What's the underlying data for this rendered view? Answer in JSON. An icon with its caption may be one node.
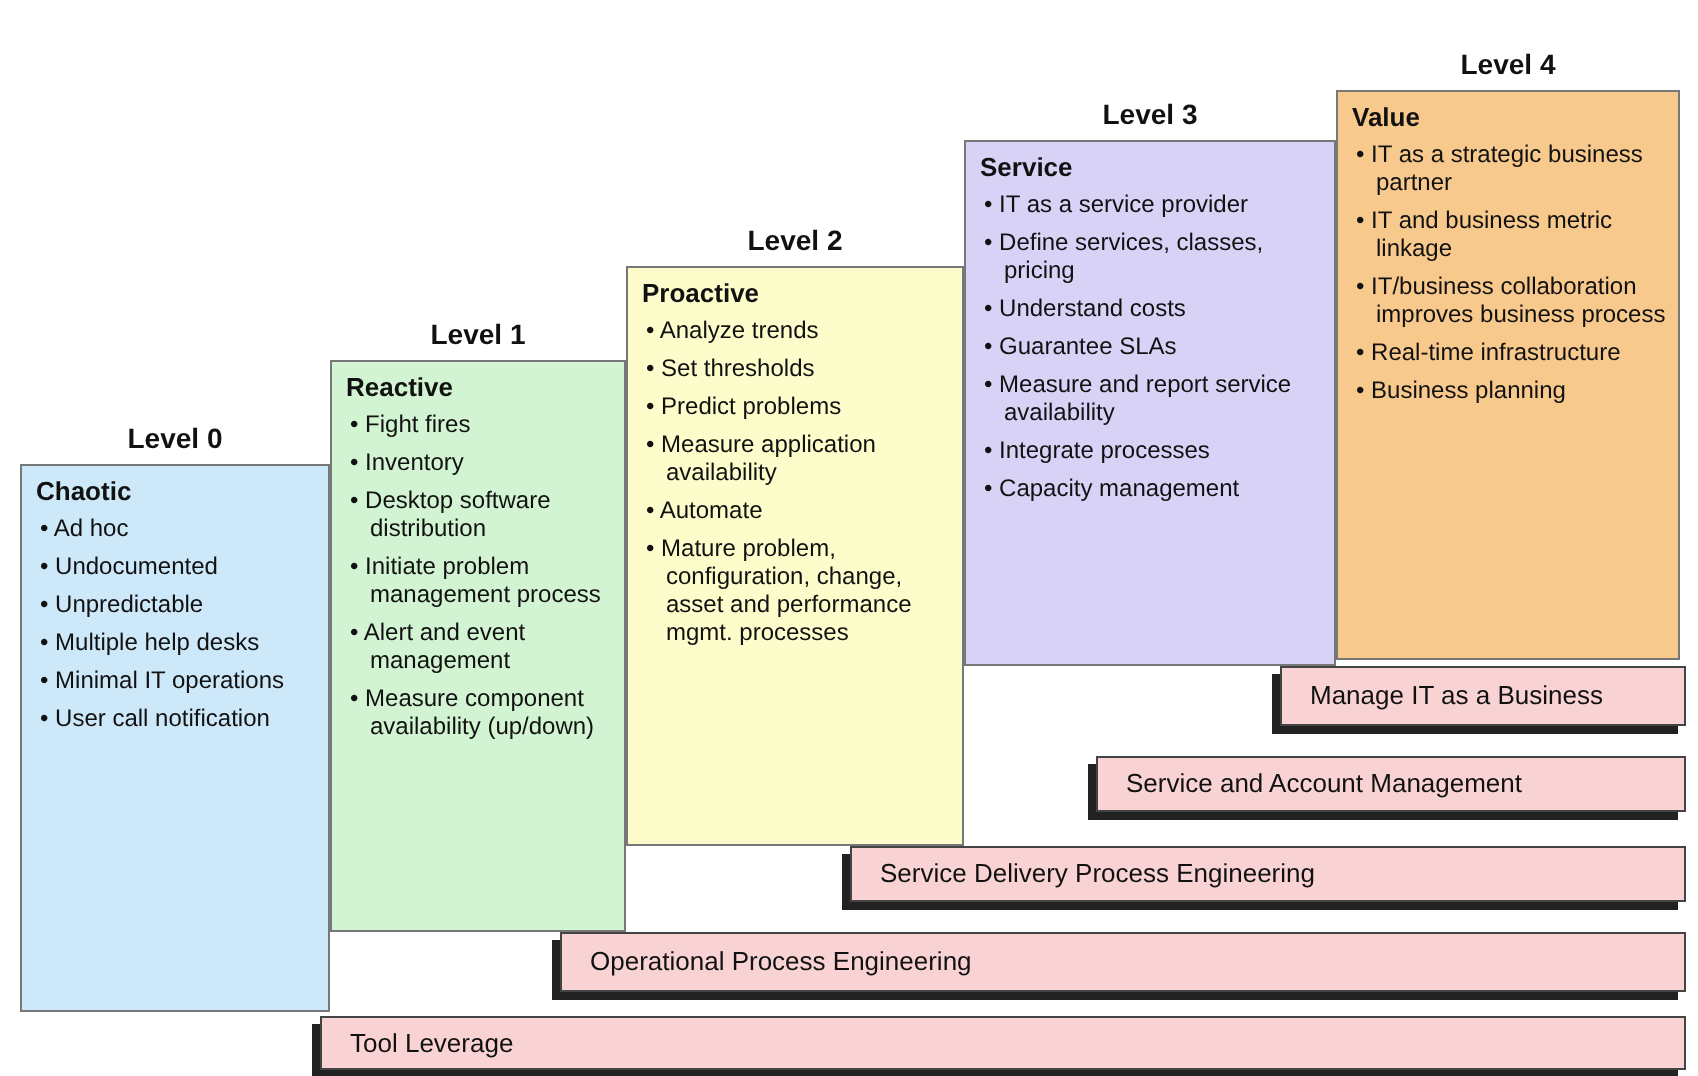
{
  "diagram": {
    "nodes": [
      {
        "text": [
          "Level 0",
          "Chaotic",
          "• Ad hoc",
          "• Undocumented",
          "• Unpredictable",
          "• Multiple help desks",
          "• Minimal IT operations",
          "• User call notification"
        ]
      },
      {
        "text": [
          "Level 1",
          "Reactive",
          "• Fight fires",
          "• Inventory",
          "• Desktop software distribution",
          "• Initiate problem management process",
          "• Alert and event management",
          "• Measure component availability (up/down)"
        ]
      },
      {
        "text": [
          "Level 2",
          "Proactive",
          "• Analyze trends",
          "• Set thresholds",
          "• Predict problems",
          "• Measure application availability",
          "• Automate",
          "• Mature problem, configuration, change, asset and performance mgmt. processes"
        ]
      },
      {
        "text": [
          "Level 3",
          "Service",
          "• IT as a service provider",
          "• Define services, classes, pricing",
          "• Understand costs",
          "• Guarantee SLAs",
          "• Measure and report service availability",
          "• Integrate processes",
          "• Capacity management"
        ]
      },
      {
        "text": [
          "Level 4",
          "Value",
          "• IT as a strategic business partner",
          "• IT and business metric linkage",
          "• IT/business collaboration improves business process",
          "• Real-time infrastructure",
          "• Business planning"
        ]
      },
      {
        "text": [
          "Manage IT as a Business"
        ]
      },
      {
        "text": [
          "Service and Account Management"
        ]
      },
      {
        "text": [
          "Service Delivery Process Engineering"
        ]
      },
      {
        "text": [
          "Operational Process Engineering"
        ]
      },
      {
        "text": [
          "Tool Leverage"
        ]
      }
    ]
  }
}
